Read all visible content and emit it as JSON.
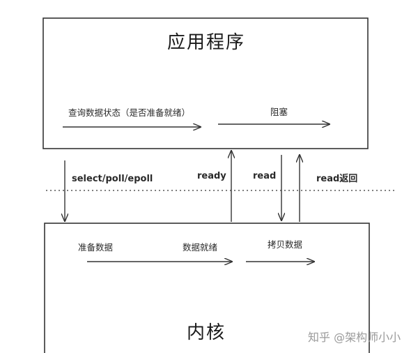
{
  "app_box": {
    "title": "应用程序"
  },
  "kernel_box": {
    "title": "内核"
  },
  "app_labels": {
    "query": "查询数据状态（是否准备就绪）",
    "block": "阻塞"
  },
  "kernel_labels": {
    "prepare": "准备数据",
    "ready": "数据就绪",
    "copy": "拷贝数据"
  },
  "arrow_labels": {
    "select": "select/poll/epoll",
    "ready": "ready",
    "read": "read",
    "read_return": "read返回"
  },
  "watermark": "知乎 @架构师小小"
}
